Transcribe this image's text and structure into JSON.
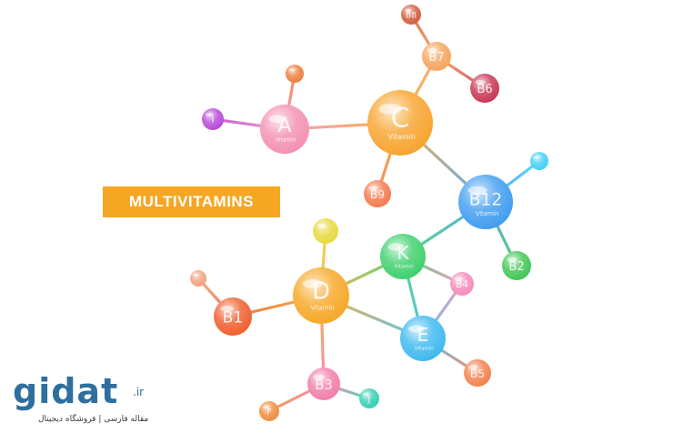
{
  "banner": {
    "text": "MULTIVITAMINS",
    "color": "#f5a623"
  },
  "atoms": [
    {
      "id": "A",
      "label": "A",
      "sub": "Vitamin",
      "color": "#f48fb1"
    },
    {
      "id": "C",
      "label": "C",
      "sub": "Vitamin",
      "color": "#f7a22b"
    },
    {
      "id": "B12",
      "label": "B12",
      "sub": "Vitamin",
      "color": "#3d9bf0"
    },
    {
      "id": "K",
      "label": "K",
      "sub": "Vitamin",
      "color": "#3ccf6a"
    },
    {
      "id": "D",
      "label": "D",
      "sub": "Vitamin",
      "color": "#f6a623"
    },
    {
      "id": "E",
      "label": "E",
      "sub": "Vitamin",
      "color": "#3bb8ef"
    },
    {
      "id": "B3",
      "label": "B3",
      "sub": "",
      "color": "#f27aa6"
    },
    {
      "id": "B1",
      "label": "B1",
      "sub": "",
      "color": "#ef5b2a"
    },
    {
      "id": "B9",
      "label": "B9",
      "sub": "",
      "color": "#f2784b"
    },
    {
      "id": "B7",
      "label": "B7",
      "sub": "",
      "color": "#f5a25a"
    },
    {
      "id": "B6",
      "label": "B6",
      "sub": "",
      "color": "#c8324f"
    },
    {
      "id": "B2",
      "label": "B2",
      "sub": "",
      "color": "#3ec552"
    },
    {
      "id": "B5",
      "label": "B5",
      "sub": "",
      "color": "#f27e4b"
    },
    {
      "id": "B4",
      "label": "B4",
      "sub": "",
      "color": "#f58ab8"
    },
    {
      "id": "B8",
      "label": "B8",
      "sub": "",
      "color": "#d15a3a"
    },
    {
      "id": "I",
      "label": "I",
      "sub": "",
      "color": "#b545d8"
    },
    {
      "id": "J",
      "label": "J",
      "sub": "",
      "color": "#2fcfb0"
    },
    {
      "id": "F",
      "label": "F",
      "sub": "",
      "color": "#ef8a3a"
    },
    {
      "id": "s1",
      "label": "",
      "sub": "",
      "color": "#ef7a3a"
    },
    {
      "id": "s2",
      "label": "",
      "sub": "",
      "color": "#3fd0f2"
    },
    {
      "id": "s3",
      "label": "",
      "sub": "",
      "color": "#e6d83a"
    },
    {
      "id": "s4",
      "label": "",
      "sub": "",
      "color": "#f2a07a"
    }
  ],
  "logo": {
    "main": "gidat",
    "suffix": ".ir",
    "tagline": "مقاله فارسی | فروشگاه دیجیتال",
    "color": "#2f6f9e"
  }
}
